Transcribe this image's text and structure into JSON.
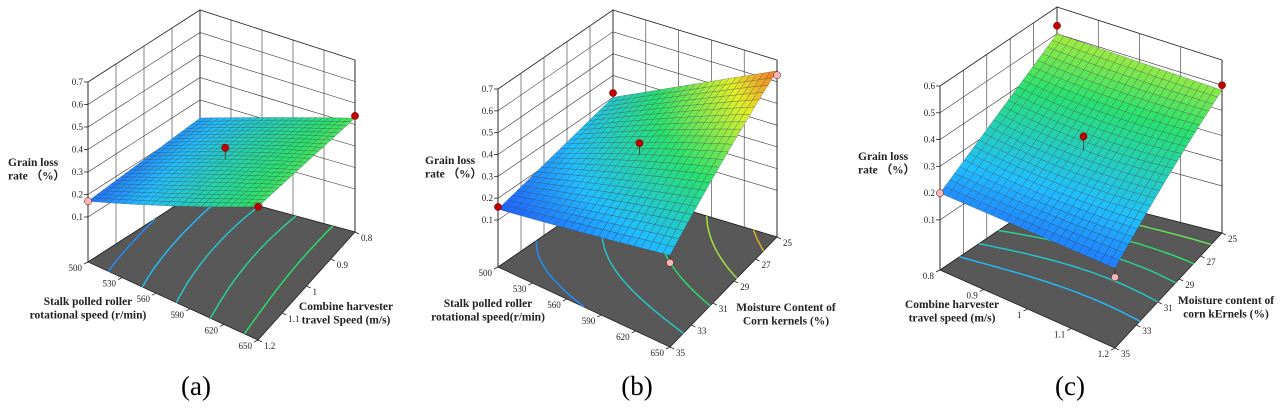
{
  "chart_data": [
    {
      "type": "surface",
      "panel_label": "(a)",
      "zlabel": [
        "Grain loss",
        "rate （%）"
      ],
      "xlabel": [
        "Stalk polled roller",
        "rotational speed (r/min)"
      ],
      "ylabel": [
        "Combine harvester",
        "travel Speed (m/s)"
      ],
      "x_ticks": [
        500,
        530,
        560,
        590,
        620,
        650
      ],
      "y_ticks": [
        0.8,
        0.9,
        1,
        1.1,
        1.2
      ],
      "z_ticks": [
        0.1,
        0.2,
        0.3,
        0.4,
        0.5,
        0.6,
        0.7
      ],
      "xlim": [
        500,
        650
      ],
      "ylim": [
        0.8,
        1.2
      ],
      "zlim": [
        0.1,
        0.7
      ],
      "surface": {
        "z_xmin_ymax": 0.17,
        "z_xmax_ymax": 0.42,
        "z_xmax_ymin": 0.43,
        "z_xmin_ymin": 0.22,
        "z_center": 0.32
      },
      "contour_levels": [
        0.2,
        0.25,
        0.3,
        0.35,
        0.4
      ],
      "design_points": [
        {
          "x": 500,
          "y": 1.2,
          "z": 0.17,
          "above": false
        },
        {
          "x": 650,
          "y": 1.2,
          "z": 0.42,
          "above": true
        },
        {
          "x": 650,
          "y": 0.8,
          "z": 0.44,
          "above": true
        },
        {
          "x": 575,
          "y": 1.0,
          "z": 0.37,
          "above": true
        }
      ]
    },
    {
      "type": "surface",
      "panel_label": "(b)",
      "zlabel": [
        "Grain loss",
        "rate （%）"
      ],
      "xlabel": [
        "Stalk polled roller",
        "rotational speed(r/min)"
      ],
      "ylabel": [
        "Moisture Content of",
        "Corn kernels (%)"
      ],
      "x_ticks": [
        500,
        530,
        560,
        590,
        620,
        650
      ],
      "y_ticks": [
        25,
        27,
        29,
        31,
        33,
        35
      ],
      "z_ticks": [
        0.1,
        0.2,
        0.3,
        0.4,
        0.5,
        0.6,
        0.7
      ],
      "xlim": [
        500,
        650
      ],
      "ylim": [
        25,
        35
      ],
      "zlim": [
        0.1,
        0.7
      ],
      "surface": {
        "z_xmin_ymax": 0.15,
        "z_xmax_ymax": 0.25,
        "z_xmax_ymin": 0.65,
        "z_xmin_ymin": 0.3,
        "z_center": 0.35
      },
      "contour_levels": [
        0.2,
        0.3,
        0.4,
        0.5,
        0.6
      ],
      "design_points": [
        {
          "x": 500,
          "y": 35,
          "z": 0.16,
          "above": true
        },
        {
          "x": 500,
          "y": 25,
          "z": 0.32,
          "above": true
        },
        {
          "x": 575,
          "y": 30,
          "z": 0.4,
          "above": true
        },
        {
          "x": 650,
          "y": 35,
          "z": 0.22,
          "above": false
        },
        {
          "x": 650,
          "y": 25,
          "z": 0.63,
          "above": false
        }
      ]
    },
    {
      "type": "surface",
      "panel_label": "(c)",
      "zlabel": [
        "Grain loss",
        "rate （%）"
      ],
      "xlabel": [
        "Combine harvester",
        "travel speed (m/s)"
      ],
      "ylabel": [
        "Moisture content of",
        "corn kErnels (%)"
      ],
      "x_ticks": [
        0.8,
        0.9,
        1,
        1.1,
        1.2
      ],
      "y_ticks": [
        25,
        27,
        29,
        31,
        33,
        35
      ],
      "z_ticks": [
        0.1,
        0.2,
        0.3,
        0.4,
        0.5,
        0.6
      ],
      "xlim": [
        0.8,
        1.2
      ],
      "ylim": [
        25,
        35
      ],
      "zlim": [
        0.1,
        0.6
      ],
      "surface": {
        "z_xmin_ymax": 0.2,
        "z_xmax_ymax": 0.18,
        "z_xmax_ymin": 0.48,
        "z_xmin_ymin": 0.5,
        "z_center": 0.32
      },
      "contour_levels": [
        0.25,
        0.3,
        0.35,
        0.4,
        0.45
      ],
      "design_points": [
        {
          "x": 0.8,
          "y": 25,
          "z": 0.53,
          "above": true
        },
        {
          "x": 1.2,
          "y": 25,
          "z": 0.5,
          "above": true
        },
        {
          "x": 1.0,
          "y": 30,
          "z": 0.37,
          "above": true
        },
        {
          "x": 0.8,
          "y": 35,
          "z": 0.2,
          "above": false
        },
        {
          "x": 1.2,
          "y": 35,
          "z": 0.15,
          "above": false
        }
      ]
    }
  ],
  "colors": {
    "floor": "#585858",
    "point_above": "#c00000",
    "point_below": "#f4b8b8"
  }
}
